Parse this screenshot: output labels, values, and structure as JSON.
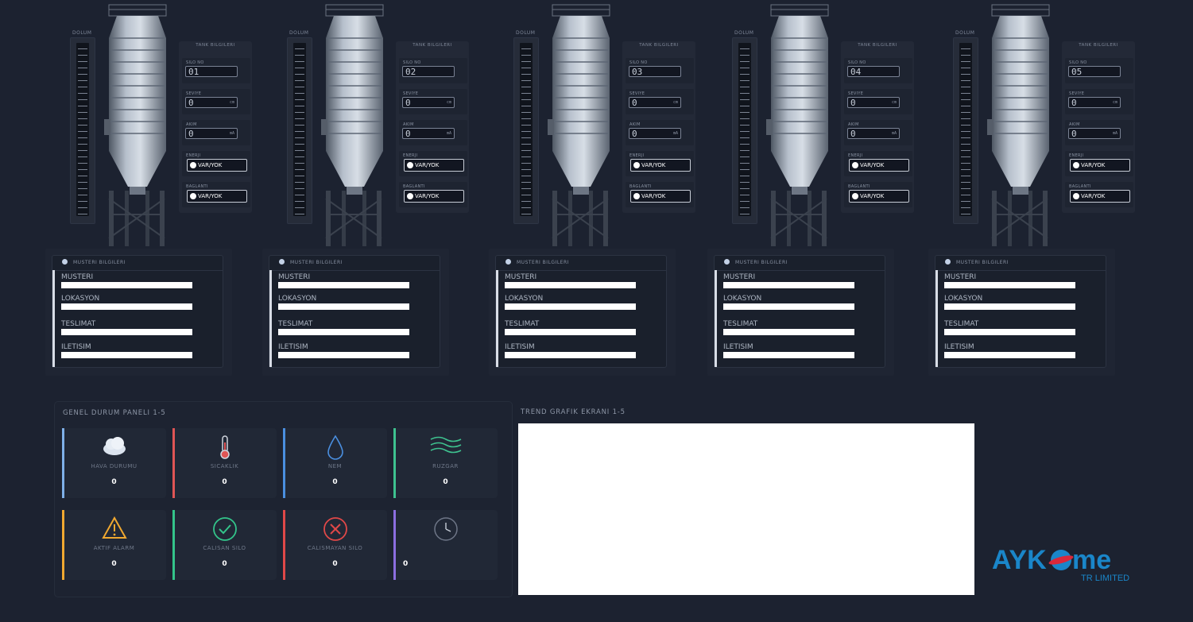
{
  "silos": [
    {
      "gauge_label": "DOLUM",
      "fill_percent": 0,
      "tank_title": "TANK BILGILERI",
      "silo_no_label": "SILO NO",
      "silo_no": "01",
      "level_label": "SEVIYE",
      "level": "0",
      "level_unit": "cm",
      "current_label": "AKIM",
      "current": "0",
      "current_unit": "mA",
      "energy_label": "ENERJI",
      "energy": "VAR/YOK",
      "connection_label": "BAGLANTI",
      "connection": "VAR/YOK",
      "customer_title": "MUSTERI BILGILERI",
      "customer_label": "MUSTERI",
      "location_label": "LOKASYON",
      "delivery_label": "TESLIMAT",
      "contact_label": "ILETISIM"
    },
    {
      "gauge_label": "DOLUM",
      "fill_percent": 0,
      "tank_title": "TANK BILGILERI",
      "silo_no_label": "SILO NO",
      "silo_no": "02",
      "level_label": "SEVIYE",
      "level": "0",
      "level_unit": "cm",
      "current_label": "AKIM",
      "current": "0",
      "current_unit": "mA",
      "energy_label": "ENERJI",
      "energy": "VAR/YOK",
      "connection_label": "BAGLANTI",
      "connection": "VAR/YOK",
      "customer_title": "MUSTERI BILGILERI",
      "customer_label": "MUSTERI",
      "location_label": "LOKASYON",
      "delivery_label": "TESLIMAT",
      "contact_label": "ILETISIM"
    },
    {
      "gauge_label": "DOLUM",
      "fill_percent": 0,
      "tank_title": "TANK BILGILERI",
      "silo_no_label": "SILO NO",
      "silo_no": "03",
      "level_label": "SEVIYE",
      "level": "0",
      "level_unit": "cm",
      "current_label": "AKIM",
      "current": "0",
      "current_unit": "mA",
      "energy_label": "ENERJI",
      "energy": "VAR/YOK",
      "connection_label": "BAGLANTI",
      "connection": "VAR/YOK",
      "customer_title": "MUSTERI BILGILERI",
      "customer_label": "MUSTERI",
      "location_label": "LOKASYON",
      "delivery_label": "TESLIMAT",
      "contact_label": "ILETISIM"
    },
    {
      "gauge_label": "DOLUM",
      "fill_percent": 0,
      "tank_title": "TANK BILGILERI",
      "silo_no_label": "SILO NO",
      "silo_no": "04",
      "level_label": "SEVIYE",
      "level": "0",
      "level_unit": "cm",
      "current_label": "AKIM",
      "current": "0",
      "current_unit": "mA",
      "energy_label": "ENERJI",
      "energy": "VAR/YOK",
      "connection_label": "BAGLANTI",
      "connection": "VAR/YOK",
      "customer_title": "MUSTERI BILGILERI",
      "customer_label": "MUSTERI",
      "location_label": "LOKASYON",
      "delivery_label": "TESLIMAT",
      "contact_label": "ILETISIM"
    },
    {
      "gauge_label": "DOLUM",
      "fill_percent": 0,
      "tank_title": "TANK BILGILERI",
      "silo_no_label": "SILO NO",
      "silo_no": "05",
      "level_label": "SEVIYE",
      "level": "0",
      "level_unit": "cm",
      "current_label": "AKIM",
      "current": "0",
      "current_unit": "mA",
      "energy_label": "ENERJI",
      "energy": "VAR/YOK",
      "connection_label": "BAGLANTI",
      "connection": "VAR/YOK",
      "customer_title": "MUSTERI BILGILERI",
      "customer_label": "MUSTERI",
      "location_label": "LOKASYON",
      "delivery_label": "TESLIMAT",
      "contact_label": "ILETISIM"
    }
  ],
  "status_panel": {
    "title": "GENEL DURUM PANELI 1-5",
    "cards": [
      {
        "icon": "cloud-icon",
        "label": "HAVA DURUMU",
        "value": "0",
        "color": "#7fb0e8"
      },
      {
        "icon": "thermometer-icon",
        "label": "SICAKLIK",
        "value": "0",
        "color": "#e05555"
      },
      {
        "icon": "water-drop-icon",
        "label": "NEM",
        "value": "0",
        "color": "#4a8fe0"
      },
      {
        "icon": "wind-icon",
        "label": "RUZGAR",
        "value": "0",
        "color": "#3ec28f"
      },
      {
        "icon": "warning-icon",
        "label": "AKTIF ALARM",
        "value": "0",
        "color": "#f0a830"
      },
      {
        "icon": "check-circle-icon",
        "label": "CALISAN SILO",
        "value": "0",
        "color": "#33c48a"
      },
      {
        "icon": "x-circle-icon",
        "label": "CALISMAYAN SILO",
        "value": "0",
        "color": "#e04848"
      },
      {
        "icon": "clock-icon",
        "label": "",
        "value": "0",
        "color": "#8c6ee0"
      }
    ]
  },
  "trend": {
    "title": "TREND GRAFIK EKRANI 1-5"
  },
  "logo": {
    "text": "AYKOME",
    "subtitle": "TR LIMITED",
    "color": "#1a86c9"
  }
}
